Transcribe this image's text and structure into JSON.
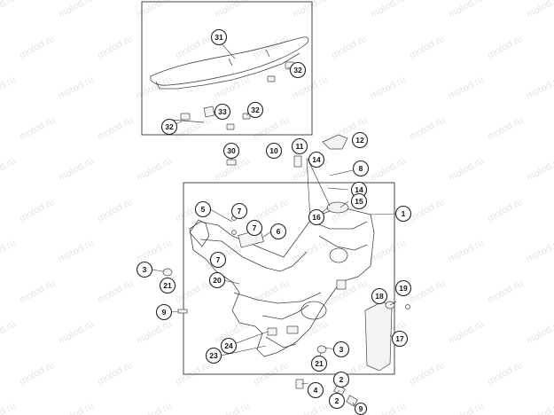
{
  "watermark": "motod.ru",
  "callouts": [
    {
      "id": "c31",
      "label": "31"
    },
    {
      "id": "c32a",
      "label": "32"
    },
    {
      "id": "c33",
      "label": "33"
    },
    {
      "id": "c32b",
      "label": "32"
    },
    {
      "id": "c32c",
      "label": "32"
    },
    {
      "id": "c30",
      "label": "30"
    },
    {
      "id": "c10",
      "label": "10"
    },
    {
      "id": "c11",
      "label": "11"
    },
    {
      "id": "c12",
      "label": "12"
    },
    {
      "id": "c14a",
      "label": "14"
    },
    {
      "id": "c8",
      "label": "8"
    },
    {
      "id": "c14b",
      "label": "14"
    },
    {
      "id": "c15",
      "label": "15"
    },
    {
      "id": "c16",
      "label": "16"
    },
    {
      "id": "c1",
      "label": "1"
    },
    {
      "id": "c5",
      "label": "5"
    },
    {
      "id": "c7a",
      "label": "7"
    },
    {
      "id": "c7b",
      "label": "7"
    },
    {
      "id": "c6",
      "label": "6"
    },
    {
      "id": "c7c",
      "label": "7"
    },
    {
      "id": "c3a",
      "label": "3"
    },
    {
      "id": "c21a",
      "label": "21"
    },
    {
      "id": "c20",
      "label": "20"
    },
    {
      "id": "c9a",
      "label": "9"
    },
    {
      "id": "c18",
      "label": "18"
    },
    {
      "id": "c19",
      "label": "19"
    },
    {
      "id": "c17",
      "label": "17"
    },
    {
      "id": "c24",
      "label": "24"
    },
    {
      "id": "c23",
      "label": "23"
    },
    {
      "id": "c21b",
      "label": "21"
    },
    {
      "id": "c3b",
      "label": "3"
    },
    {
      "id": "c4",
      "label": "4"
    },
    {
      "id": "c2a",
      "label": "2"
    },
    {
      "id": "c2b",
      "label": "2"
    },
    {
      "id": "c9b",
      "label": "9"
    }
  ]
}
